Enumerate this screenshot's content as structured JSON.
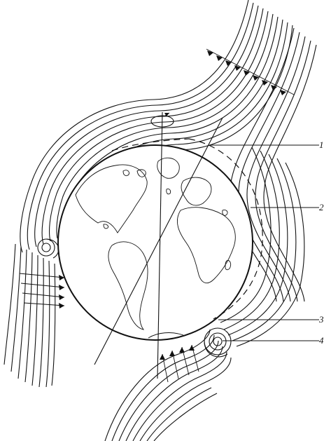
{
  "labels": {
    "l1": "1",
    "l2": "2",
    "l3": "3",
    "l4": "4"
  },
  "colors": {
    "ink": "#111111",
    "background": "#ffffff"
  }
}
